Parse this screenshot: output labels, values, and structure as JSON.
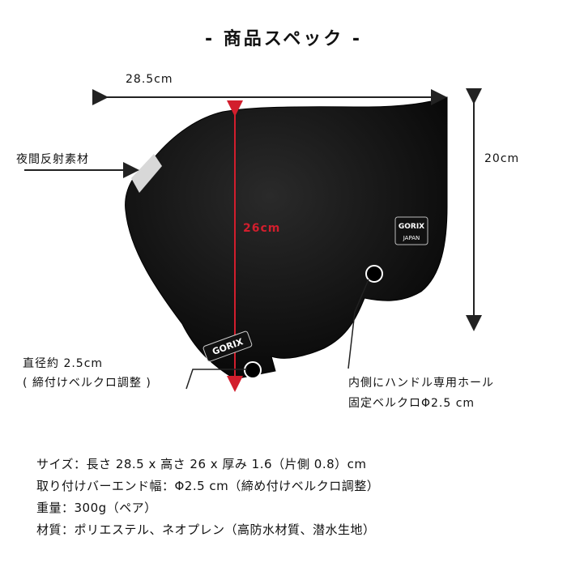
{
  "title": "- 商品スペック -",
  "dimensions": {
    "width_label": "28.5cm",
    "height_label": "20cm",
    "length_label": "26cm"
  },
  "callouts": {
    "reflector": "夜間反射素材",
    "diameter_line1": "直径約 2.5cm",
    "diameter_line2": "( 締付けベルクロ調整 )",
    "inner_hole_line1": "内側にハンドル専用ホール",
    "inner_hole_line2": "固定ベルクロΦ2.5 cm"
  },
  "product": {
    "brand": "GORIX",
    "brand_sub": "JAPAN"
  },
  "specs": [
    "サイズ：長さ 28.5 x 高さ 26 x 厚み 1.6（片側 0.8）cm",
    "取り付けバーエンド幅：Φ2.5 cm（締め付けベルクロ調整）",
    "重量：300g（ペア）",
    "材質：ポリエステル、ネオプレン（高防水材質、潜水生地）"
  ],
  "colors": {
    "product": "#0c0c0c",
    "accent_red": "#d21e2d",
    "reflector": "#d8d8d8"
  }
}
